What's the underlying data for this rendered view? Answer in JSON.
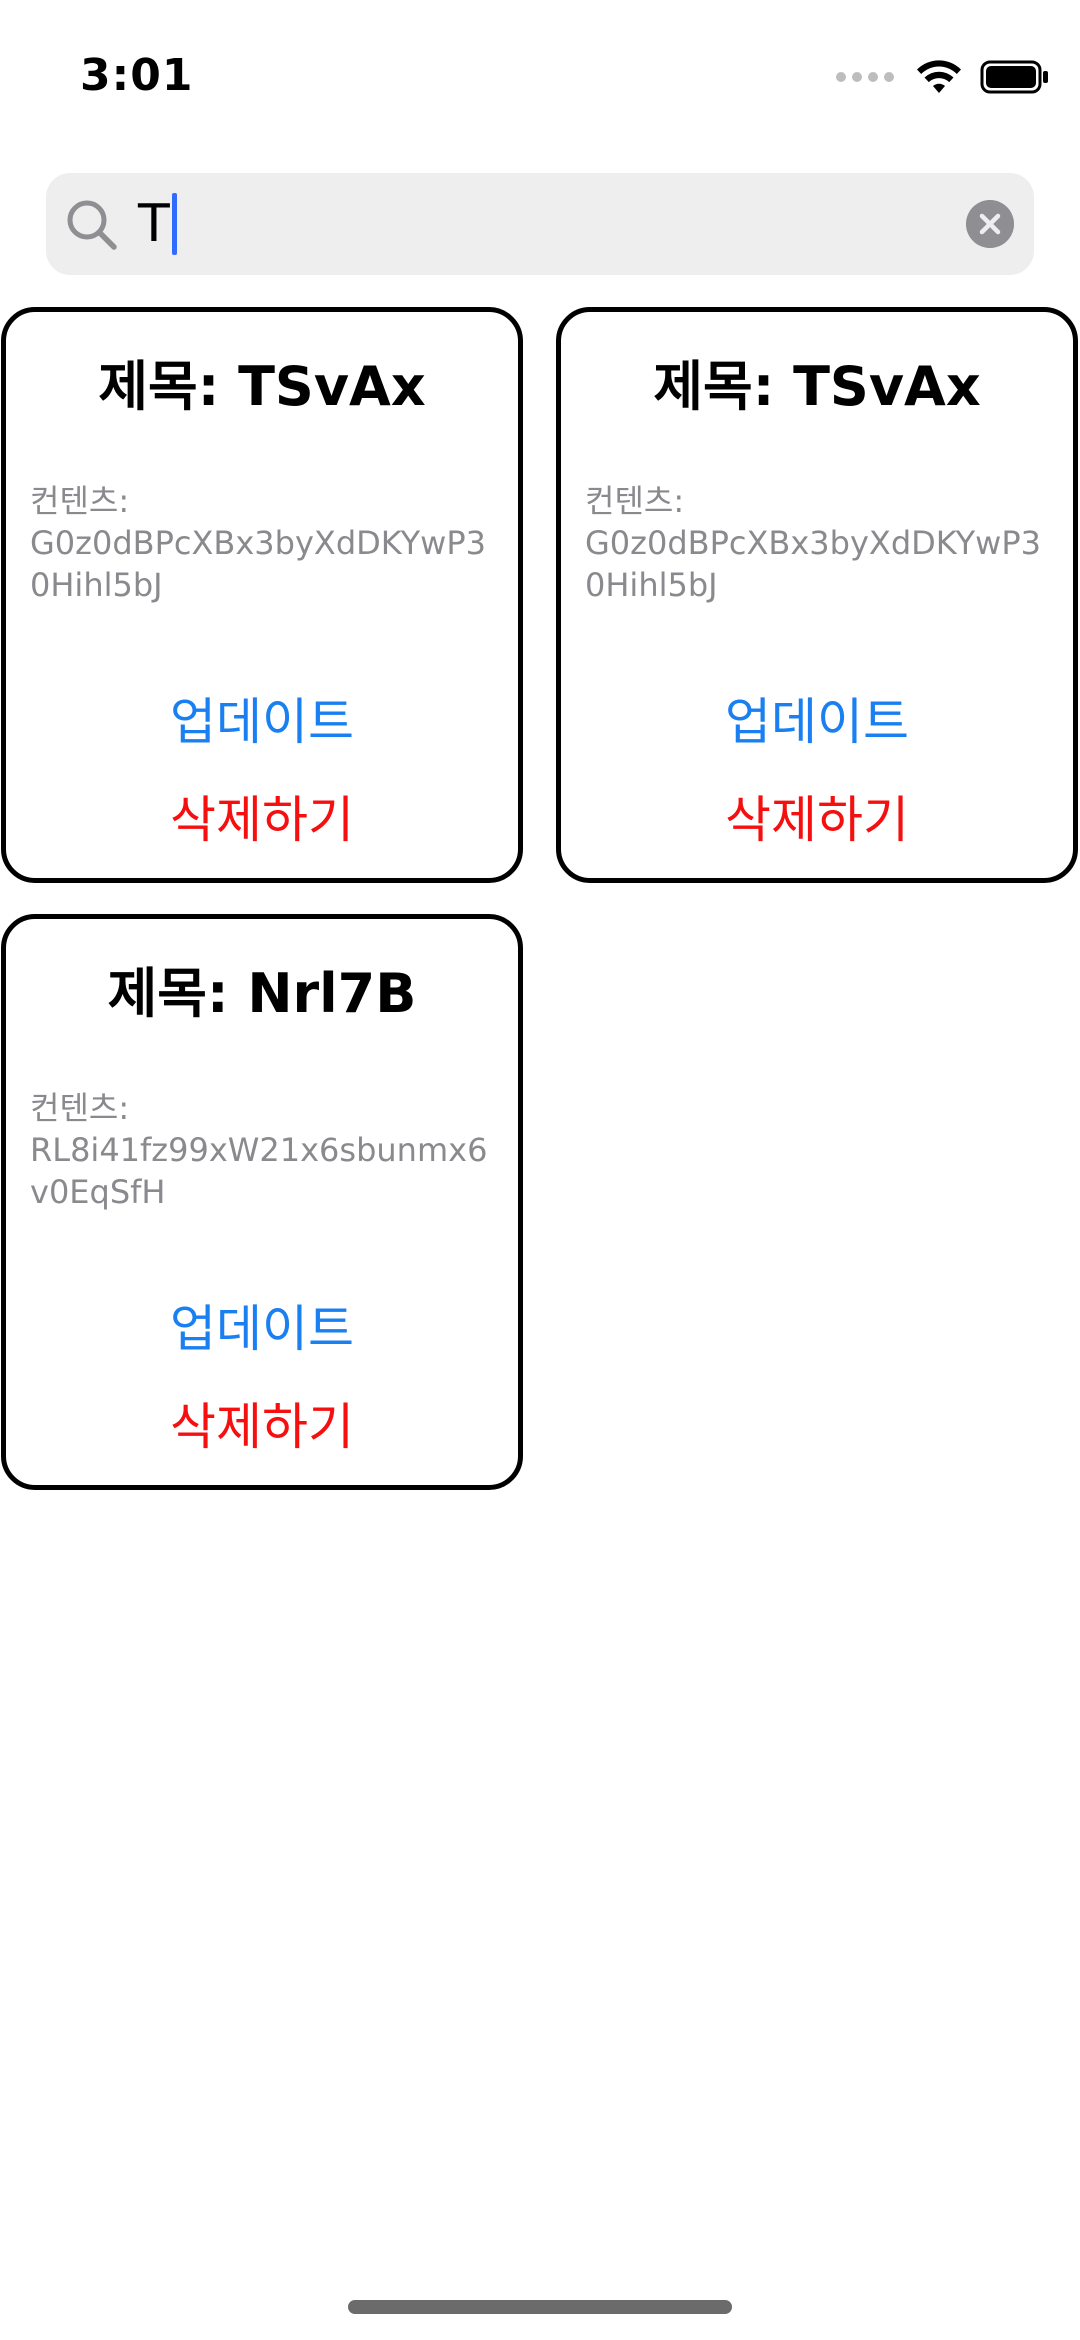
{
  "status_bar": {
    "time": "3:01"
  },
  "search": {
    "value": "T",
    "icon": "magnifier-icon",
    "clear_icon": "clear-x-icon"
  },
  "cards": [
    {
      "title": "제목: TSvAx",
      "content_label": "컨텐츠:",
      "content_text": "G0z0dBPcXBx3byXdDKYwP30Hihl5bJ",
      "update_label": "업데이트",
      "delete_label": "삭제하기"
    },
    {
      "title": "제목: TSvAx",
      "content_label": "컨텐츠:",
      "content_text": "G0z0dBPcXBx3byXdDKYwP30Hihl5bJ",
      "update_label": "업데이트",
      "delete_label": "삭제하기"
    },
    {
      "title": "제목: Nrl7B",
      "content_label": "컨텐츠:",
      "content_text": "RL8i41fz99xW21x6sbunmx6v0EqSfH",
      "update_label": "업데이트",
      "delete_label": "삭제하기"
    }
  ],
  "colors": {
    "update": "#1a7ff0",
    "delete": "#f50f0f",
    "content": "#8a8a8e"
  }
}
